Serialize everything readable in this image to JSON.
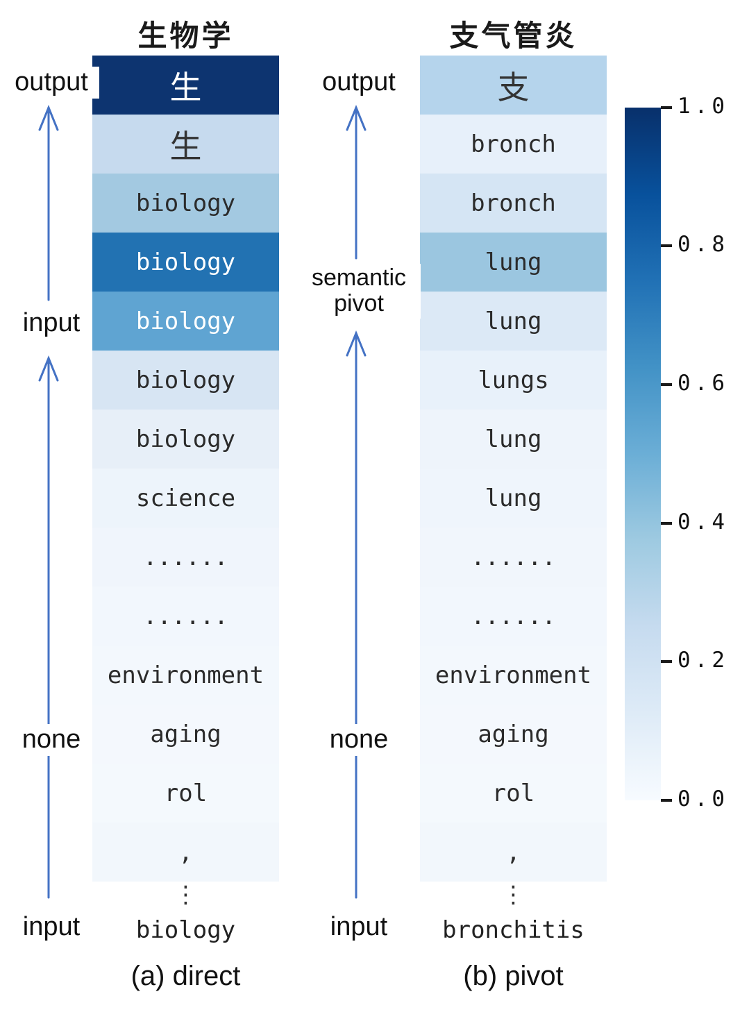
{
  "figure_caption_colors": {
    "accent_arrow": "#4472c4",
    "accent_brace": "#4a7cc7"
  },
  "colorbar": {
    "ticks": [
      "1.0",
      "0.8",
      "0.6",
      "0.4",
      "0.2",
      "0.0"
    ],
    "colormap_top": "#08306b",
    "colormap_bottom": "#f7fbff"
  },
  "panels": [
    {
      "title": "生物学",
      "caption": "(a) direct",
      "input_token": "biology",
      "ellipsis": "⋮",
      "labels": {
        "output": "output",
        "mid": "input",
        "none": "none",
        "input_bottom": "input"
      },
      "rows": [
        {
          "text": "生",
          "bg": "#0d3470",
          "fg": "#ffffff"
        },
        {
          "text": "生",
          "bg": "#c6daee",
          "fg": "#333333"
        },
        {
          "text": "biology",
          "bg": "#a3c9e1",
          "fg": "#2b2b2b"
        },
        {
          "text": "biology",
          "bg": "#2272b2",
          "fg": "#ffffff"
        },
        {
          "text": "biology",
          "bg": "#5fa4d2",
          "fg": "#ffffff"
        },
        {
          "text": "biology",
          "bg": "#d7e5f3",
          "fg": "#2b2b2b"
        },
        {
          "text": "biology",
          "bg": "#e7eff8",
          "fg": "#2b2b2b"
        },
        {
          "text": "science",
          "bg": "#edf4fb",
          "fg": "#2b2b2b"
        },
        {
          "text": "......",
          "bg": "#f0f5fc",
          "fg": "#2b2b2b"
        },
        {
          "text": "......",
          "bg": "#f2f7fd",
          "fg": "#2b2b2b"
        },
        {
          "text": "environment",
          "bg": "#f3f8fd",
          "fg": "#2b2b2b"
        },
        {
          "text": "aging",
          "bg": "#f4f8fd",
          "fg": "#2b2b2b"
        },
        {
          "text": "rol",
          "bg": "#f4f9fd",
          "fg": "#2b2b2b"
        },
        {
          "text": ",",
          "bg": "#f2f7fc",
          "fg": "#2b2b2b"
        }
      ]
    },
    {
      "title": "支气管炎",
      "caption": "(b) pivot",
      "input_token": "bronchitis",
      "ellipsis": "⋮",
      "labels": {
        "output": "output",
        "mid": "semantic pivot",
        "none": "none",
        "input_bottom": "input"
      },
      "rows": [
        {
          "text": "支",
          "bg": "#b5d4ec",
          "fg": "#333333"
        },
        {
          "text": "bronch",
          "bg": "#e7f0fa",
          "fg": "#2b2b2b"
        },
        {
          "text": "bronch",
          "bg": "#d5e5f4",
          "fg": "#2b2b2b"
        },
        {
          "text": "lung",
          "bg": "#9bc6e0",
          "fg": "#2b2b2b"
        },
        {
          "text": "lung",
          "bg": "#dce9f6",
          "fg": "#2b2b2b"
        },
        {
          "text": "lungs",
          "bg": "#e8f1fa",
          "fg": "#2b2b2b"
        },
        {
          "text": "lung",
          "bg": "#eef4fb",
          "fg": "#2b2b2b"
        },
        {
          "text": "lung",
          "bg": "#eff5fc",
          "fg": "#2b2b2b"
        },
        {
          "text": "......",
          "bg": "#f1f6fc",
          "fg": "#2b2b2b"
        },
        {
          "text": "......",
          "bg": "#f2f7fd",
          "fg": "#2b2b2b"
        },
        {
          "text": "environment",
          "bg": "#f3f8fd",
          "fg": "#2b2b2b"
        },
        {
          "text": "aging",
          "bg": "#f4f8fd",
          "fg": "#2b2b2b"
        },
        {
          "text": "rol",
          "bg": "#f4f9fd",
          "fg": "#2b2b2b"
        },
        {
          "text": ",",
          "bg": "#f2f7fc",
          "fg": "#2b2b2b"
        }
      ]
    }
  ],
  "chart_data": [
    {
      "type": "heatmap",
      "title": "生物学",
      "caption": "(a) direct",
      "orientation": "single-column, layers bottom-to-top = input-to-output",
      "input_token": "biology",
      "rows": [
        "生",
        "生",
        "biology",
        "biology",
        "biology",
        "biology",
        "biology",
        "science",
        "......",
        "......",
        "environment",
        "aging",
        "rol",
        ","
      ],
      "values": [
        1.0,
        0.22,
        0.38,
        0.75,
        0.55,
        0.16,
        0.09,
        0.05,
        0.03,
        0.03,
        0.03,
        0.02,
        0.02,
        0.03
      ],
      "colormap": "Blues",
      "colorbar_range": [
        0.0,
        1.0
      ],
      "brace_groups": [
        {
          "label": "input",
          "row_indices": [
            2,
            3,
            4,
            5,
            6
          ]
        },
        {
          "label": "none",
          "row_indices": [
            9,
            10,
            11,
            12,
            13
          ]
        }
      ],
      "flow_labels": [
        "output",
        "input",
        "none",
        "input"
      ]
    },
    {
      "type": "heatmap",
      "title": "支气管炎",
      "caption": "(b) pivot",
      "orientation": "single-column, layers bottom-to-top = input-to-output",
      "input_token": "bronchitis",
      "rows": [
        "支",
        "bronch",
        "bronch",
        "lung",
        "lung",
        "lungs",
        "lung",
        "lung",
        "......",
        "......",
        "environment",
        "aging",
        "rol",
        ","
      ],
      "values": [
        0.32,
        0.07,
        0.14,
        0.4,
        0.12,
        0.07,
        0.05,
        0.05,
        0.04,
        0.03,
        0.03,
        0.03,
        0.02,
        0.03
      ],
      "colormap": "Blues",
      "colorbar_range": [
        0.0,
        1.0
      ],
      "brace_groups": [
        {
          "label": "semantic pivot",
          "row_indices": [
            3,
            4
          ]
        },
        {
          "label": "none",
          "row_indices": [
            9,
            10,
            11,
            12,
            13
          ]
        }
      ],
      "flow_labels": [
        "output",
        "semantic pivot",
        "none",
        "input"
      ]
    }
  ]
}
